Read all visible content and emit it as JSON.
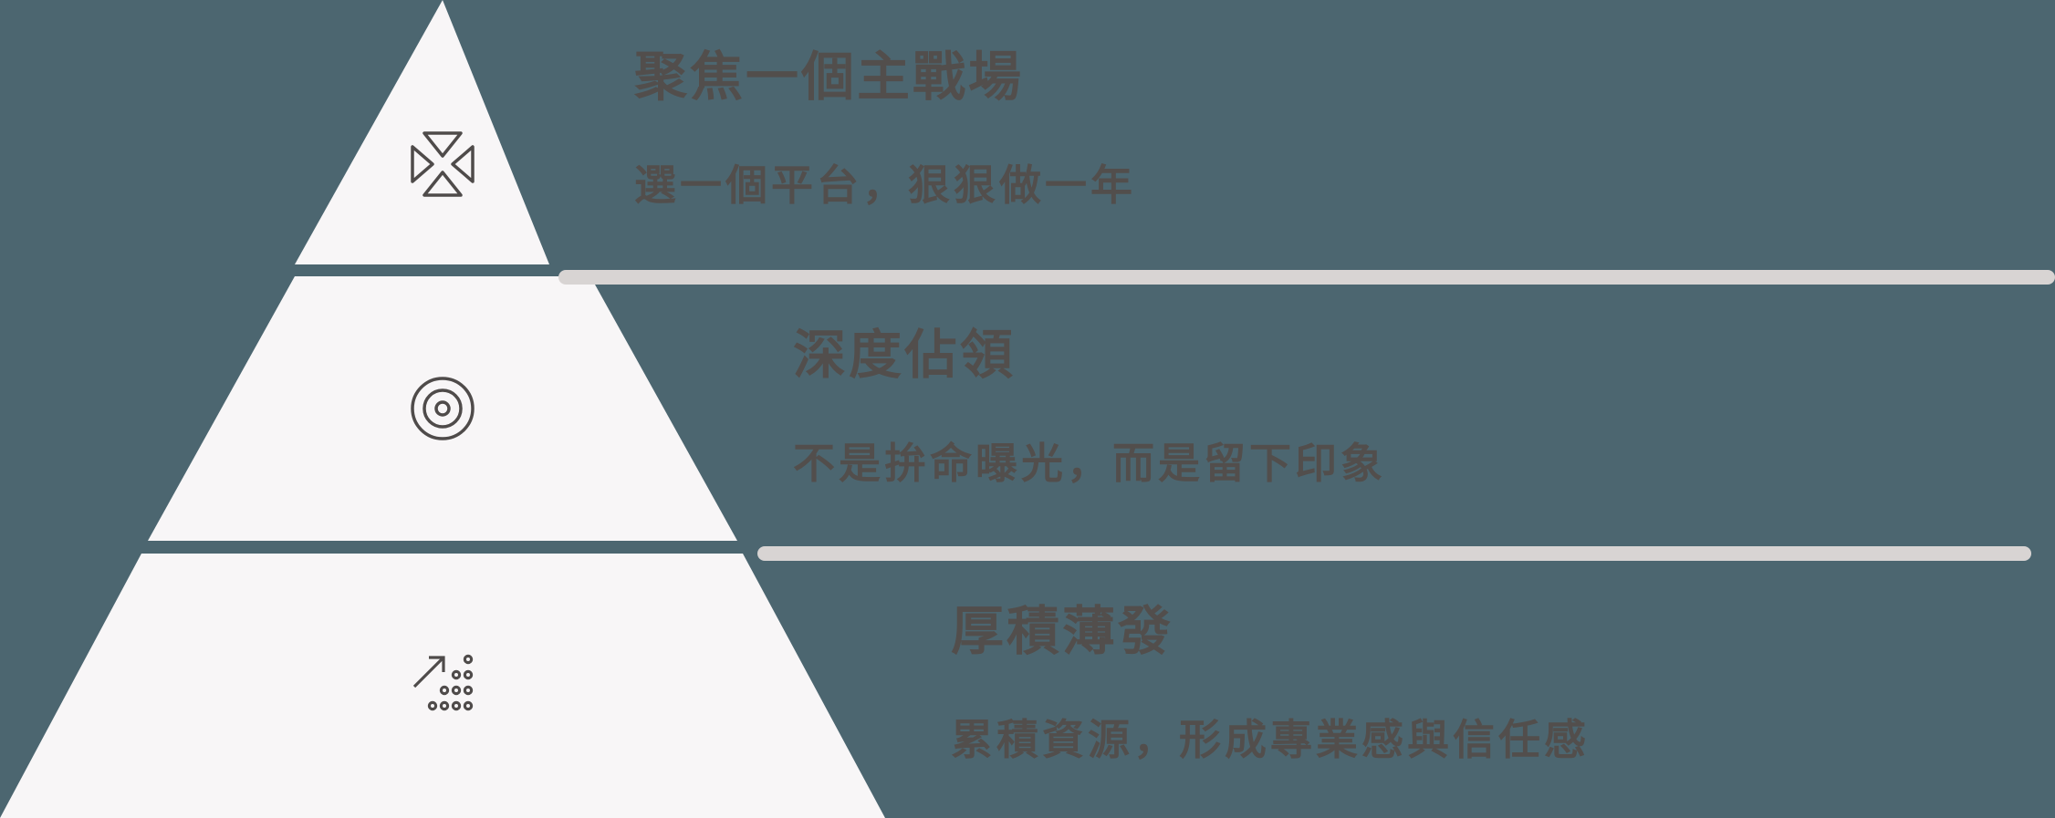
{
  "colors": {
    "background": "#4c6670",
    "pyramid_fill": "#f8f6f7",
    "divider": "#d8d4d3",
    "text": "#524e4c",
    "icon_stroke": "#4f4b4a"
  },
  "pyramid": {
    "tiers": [
      {
        "level": "top",
        "icon": "converge-arrows-icon",
        "title": "聚焦一個主戰場",
        "subtitle": "選一個平台，狠狠做一年"
      },
      {
        "level": "middle",
        "icon": "target-icon",
        "title": "深度佔領",
        "subtitle": "不是拚命曝光，而是留下印象"
      },
      {
        "level": "bottom",
        "icon": "growth-dots-arrow-icon",
        "title": "厚積薄發",
        "subtitle": "累積資源，形成專業感與信任感"
      }
    ]
  }
}
